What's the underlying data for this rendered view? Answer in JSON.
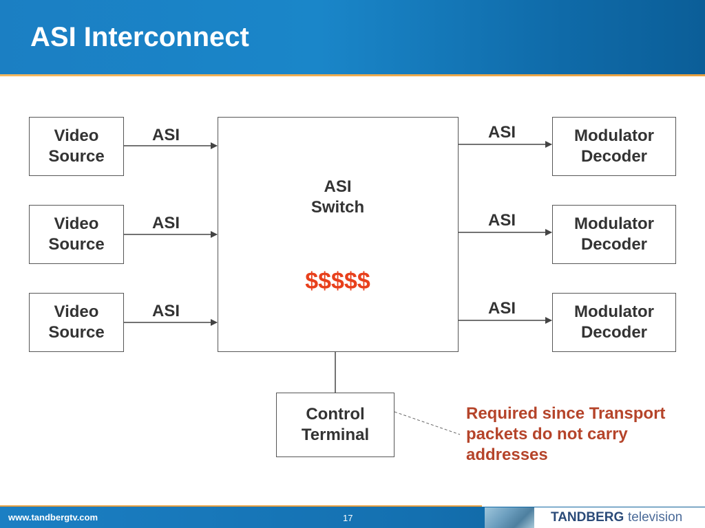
{
  "slide": {
    "title": "ASI Interconnect"
  },
  "diagram": {
    "sources": [
      {
        "line1": "Video",
        "line2": "Source"
      },
      {
        "line1": "Video",
        "line2": "Source"
      },
      {
        "line1": "Video",
        "line2": "Source"
      }
    ],
    "destinations": [
      {
        "line1": "Modulator",
        "line2": "Decoder"
      },
      {
        "line1": "Modulator",
        "line2": "Decoder"
      },
      {
        "line1": "Modulator",
        "line2": "Decoder"
      }
    ],
    "link_label": "ASI",
    "switch": {
      "line1": "ASI",
      "line2": "Switch",
      "cost": "$$$$$"
    },
    "control": {
      "line1": "Control",
      "line2": "Terminal"
    },
    "note": "Required since Transport packets do not carry addresses"
  },
  "footer": {
    "url": "www.tandbergtv.com",
    "page_number": "17",
    "logo_brand": "TANDBERG",
    "logo_suffix": "television"
  },
  "colors": {
    "box_border": "#555555",
    "text": "#333333",
    "accent_cost": "#e8401c",
    "note": "#b5442a",
    "connector": "#444444",
    "header_blue": "#1a86c9",
    "header_rule": "#f0b050"
  }
}
